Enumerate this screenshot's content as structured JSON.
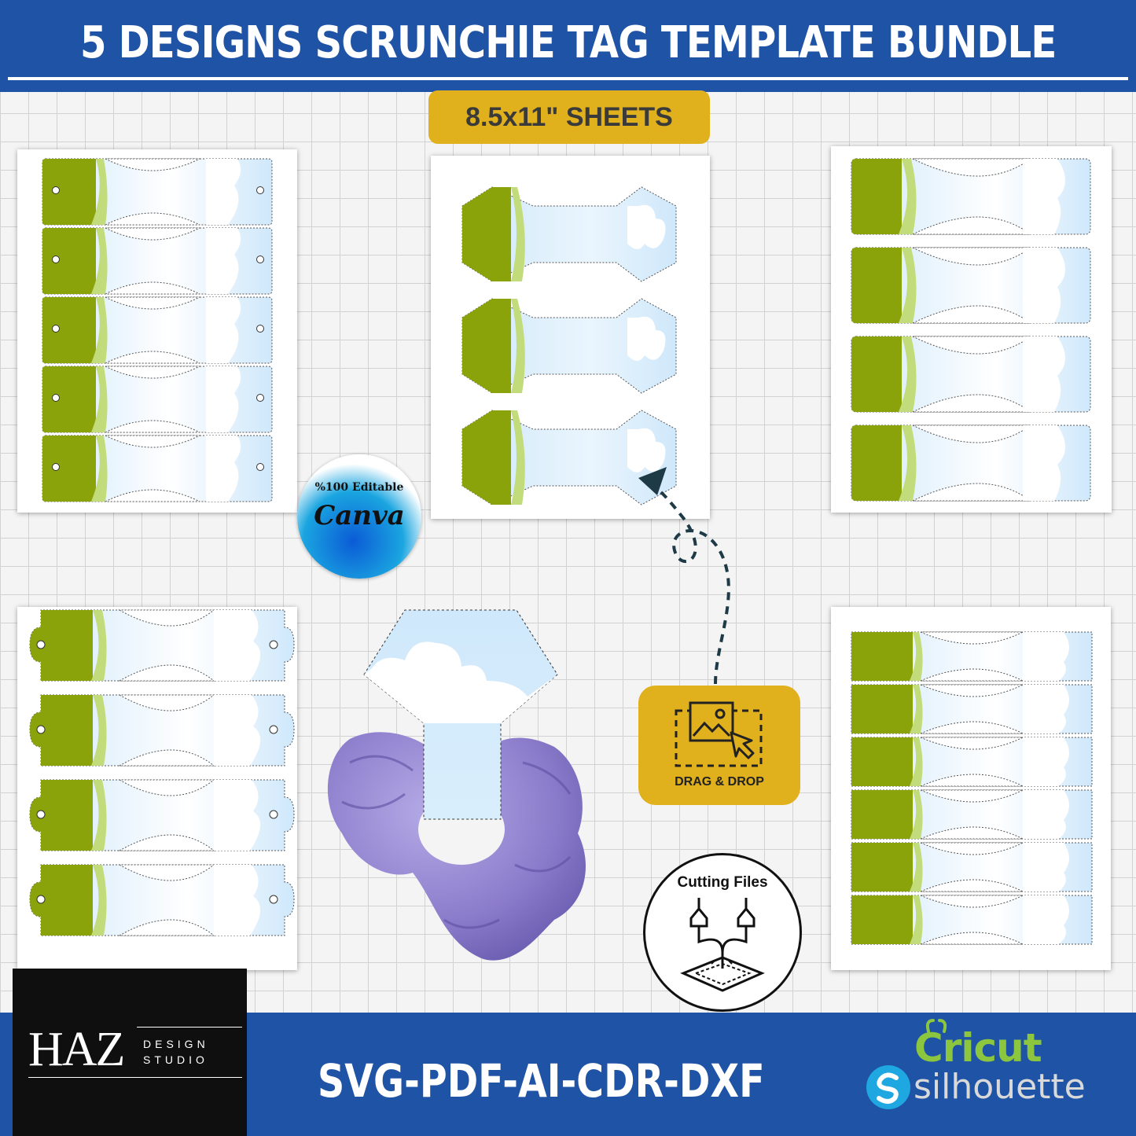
{
  "header": {
    "title": "5 DESIGNS SCRUNCHIE TAG TEMPLATE BUNDLE"
  },
  "sheets_label": "8.5x11\" SHEETS",
  "canva_badge": {
    "line1": "%100 Editable",
    "line2": "Canva"
  },
  "drag_drop": {
    "label": "DRAG & DROP",
    "icon": "image-drag-icon"
  },
  "cutting_files": {
    "label": "Cutting Files",
    "icon": "cutting-machine-icon"
  },
  "footer": {
    "formats": "SVG-PDF-AI-CDR-DXF",
    "brand_logo": {
      "main": "HAZ",
      "sub": "DESIGN STUDIO"
    },
    "cricut": "Cricut",
    "silhouette": "silhouette"
  },
  "colors": {
    "blue_band": "#1f53a6",
    "gold": "#e0b01d",
    "tag_green": "#8aa30a",
    "tag_lightgreen": "#c2dc7c",
    "tag_sky": "#cfe8fb",
    "scrunchie": "#8f80cf",
    "cricut_green": "#8cc63f"
  }
}
